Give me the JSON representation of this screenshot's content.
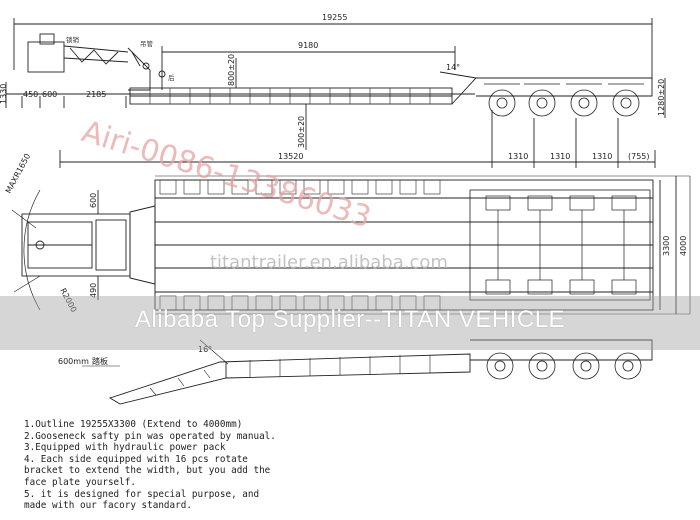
{
  "dimensions": {
    "overall_length": "19255",
    "deck_length": "9180",
    "gooseneck_heights": [
      "1330",
      "450",
      "600",
      "2185"
    ],
    "deck_height": "800±20",
    "rear_height": "1280±20",
    "ramp_angle": "14°",
    "lower_length": "13520",
    "ground_clearance": "300±20",
    "axle_spacings": [
      "1310",
      "1310",
      "1310",
      "(755)"
    ],
    "max_radius": "MAXR1650",
    "kingpin_offset": "600",
    "gooseneck_radius": "R2000",
    "gooseneck_width": "490",
    "inner_width": "3300",
    "outer_width": "4000",
    "ramp_length": "600mm",
    "ramp_angle_2": "16°"
  },
  "gooseneck_labels": [
    "锁销",
    "吊管",
    "后"
  ],
  "ramp_label": "踏板",
  "watermarks": {
    "phone": "Airi-0086-13386033",
    "website": "titantrailer.en.alibaba.com",
    "banner": "Alibaba Top Supplier--TITAN VEHICLE"
  },
  "notes": [
    "1.Outline 19255X3300 (Extend to 4000mm)",
    "2.Gooseneck safty pin was operated by manual.",
    "3.Equipped with hydraulic power pack",
    "4. Each side equipped with 16 pcs rotate",
    "bracket to extend the width, but you add the",
    "face plate yourself.",
    "5. it is designed for special purpose, and",
    "made with our facory standard."
  ],
  "colors": {
    "line": "#222222",
    "watermark_red": "#e7a3a3",
    "banner": "#a5a5a5"
  }
}
